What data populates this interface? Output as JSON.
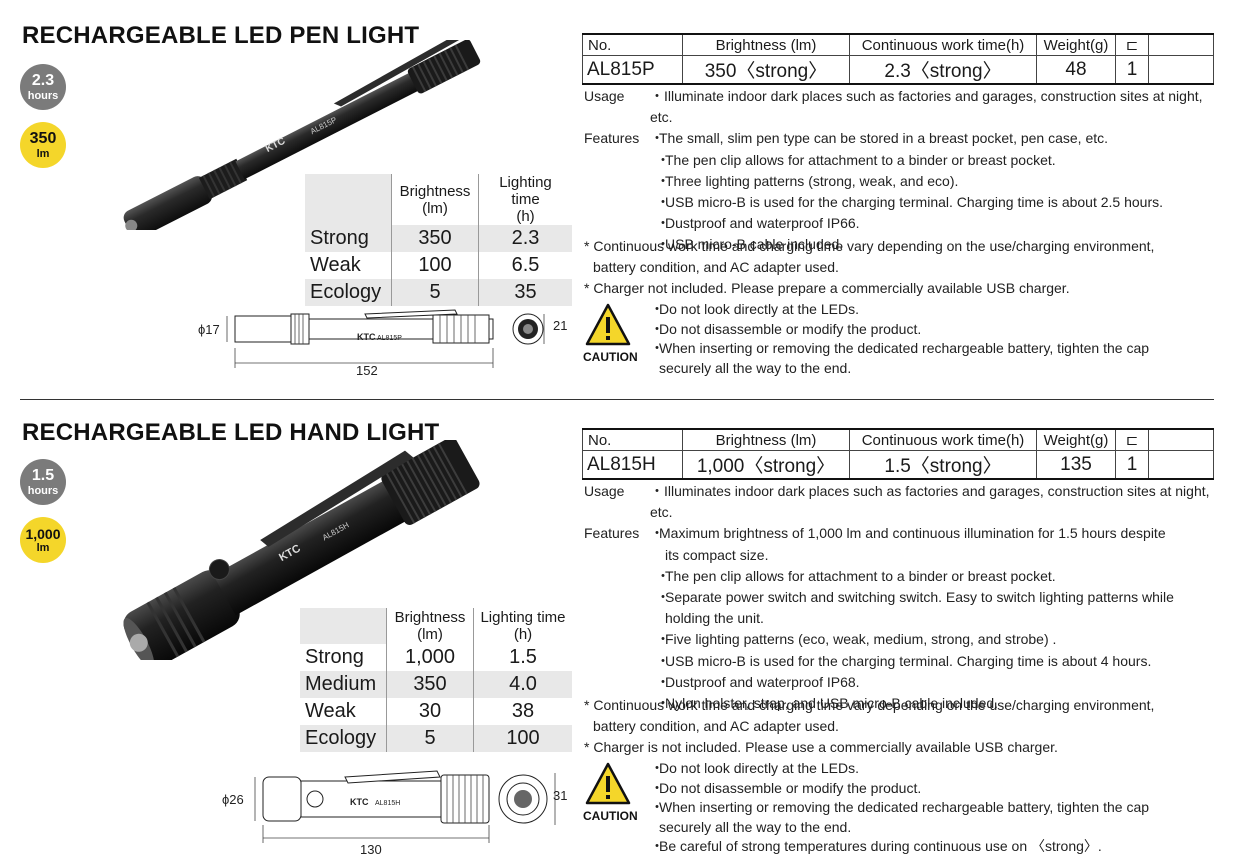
{
  "pen": {
    "title": "RECHARGEABLE LED PEN LIGHT",
    "badge_time": {
      "value": "2.3",
      "unit": "hours"
    },
    "badge_lumen": {
      "value": "350",
      "unit": "lm"
    },
    "spec_headers": [
      "No.",
      "Brightness (lm)",
      "Continuous work time(h)",
      "Weight(g)",
      "⊏"
    ],
    "spec_values": [
      "AL815P",
      "350〈strong〉",
      "2.3〈strong〉",
      "48",
      "1"
    ],
    "brand_mark": "KTC",
    "model_mark": "AL815P",
    "lighting_table": {
      "headers": [
        "Brightness\n(lm)",
        "Lighting time\n(h)"
      ],
      "rows": [
        {
          "mode": "Strong",
          "brightness": "350",
          "time": "2.3"
        },
        {
          "mode": "Weak",
          "brightness": "100",
          "time": "6.5"
        },
        {
          "mode": "Ecology",
          "brightness": "5",
          "time": "35"
        }
      ]
    },
    "dims": {
      "dia": "ϕ17",
      "length": "152",
      "head": "21"
    },
    "usage_label": "Usage",
    "usage_text": "・Illuminate indoor dark places such as factories and garages, construction sites at night, etc.",
    "features_label": "Features",
    "features": [
      "The small, slim pen type can be stored in a breast pocket, pen case, etc.",
      "The pen clip allows for attachment to a binder or breast pocket.",
      "Three lighting patterns (strong, weak, and eco).",
      "USB micro-B is used for the charging terminal. Charging time is about 2.5 hours.",
      "Dustproof and waterproof IP66.",
      "USB micro-B cable included."
    ],
    "notes": [
      "* Continuous work time and charging time vary depending on the use/charging environment,",
      "battery condition, and AC adapter used.",
      "* Charger not included. Please prepare a commercially available USB charger."
    ],
    "caution_label": "CAUTION",
    "cautions": [
      "Do not look directly at the LEDs.",
      "Do not disassemble or modify the product.",
      "When inserting or removing the dedicated rechargeable battery, tighten the cap",
      "securely all the way to the end."
    ]
  },
  "hand": {
    "title": "RECHARGEABLE LED HAND LIGHT",
    "badge_time": {
      "value": "1.5",
      "unit": "hours"
    },
    "badge_lumen": {
      "value": "1,000",
      "unit": "lm"
    },
    "spec_headers": [
      "No.",
      "Brightness (lm)",
      "Continuous work time(h)",
      "Weight(g)",
      "⊏"
    ],
    "spec_values": [
      "AL815H",
      "1,000〈strong〉",
      "1.5〈strong〉",
      "135",
      "1"
    ],
    "brand_mark": "KTC",
    "model_mark": "AL815H",
    "lighting_table": {
      "headers": [
        "Brightness\n(lm)",
        "Lighting time\n(h)"
      ],
      "rows": [
        {
          "mode": "Strong",
          "brightness": "1,000",
          "time": "1.5"
        },
        {
          "mode": "Medium",
          "brightness": "350",
          "time": "4.0"
        },
        {
          "mode": "Weak",
          "brightness": "30",
          "time": "38"
        },
        {
          "mode": "Ecology",
          "brightness": "5",
          "time": "100"
        }
      ]
    },
    "dims": {
      "dia": "ϕ26",
      "length": "130",
      "head": "31"
    },
    "usage_label": "Usage",
    "usage_text": "・Illuminates indoor dark places such as factories and garages, construction sites at night, etc.",
    "features_label": "Features",
    "features": [
      "Maximum brightness of 1,000 lm and continuous illumination for 1.5 hours despite",
      "its compact size.",
      "The pen clip allows for attachment to a binder or breast pocket.",
      "Separate power switch and switching switch. Easy to switch lighting patterns while",
      "holding the unit.",
      "Five lighting patterns (eco, weak, medium, strong, and strobe) .",
      "USB micro-B is used for the charging terminal. Charging time is about 4 hours.",
      "Dustproof and waterproof IP68.",
      "Nylon holster, strap, and USB micro-B cable included."
    ],
    "notes": [
      "* Continuous work time and charging time vary depending on the use/charging environment,",
      "battery condition, and AC adapter used.",
      "* Charger is not included. Please use a commercially available USB charger."
    ],
    "caution_label": "CAUTION",
    "cautions": [
      "Do not look directly at the LEDs.",
      "Do not disassemble or modify the product.",
      "When inserting or removing the dedicated rechargeable battery, tighten the cap",
      "securely all the way to the end.",
      "Be careful of strong temperatures during continuous use on 〈strong〉."
    ]
  }
}
